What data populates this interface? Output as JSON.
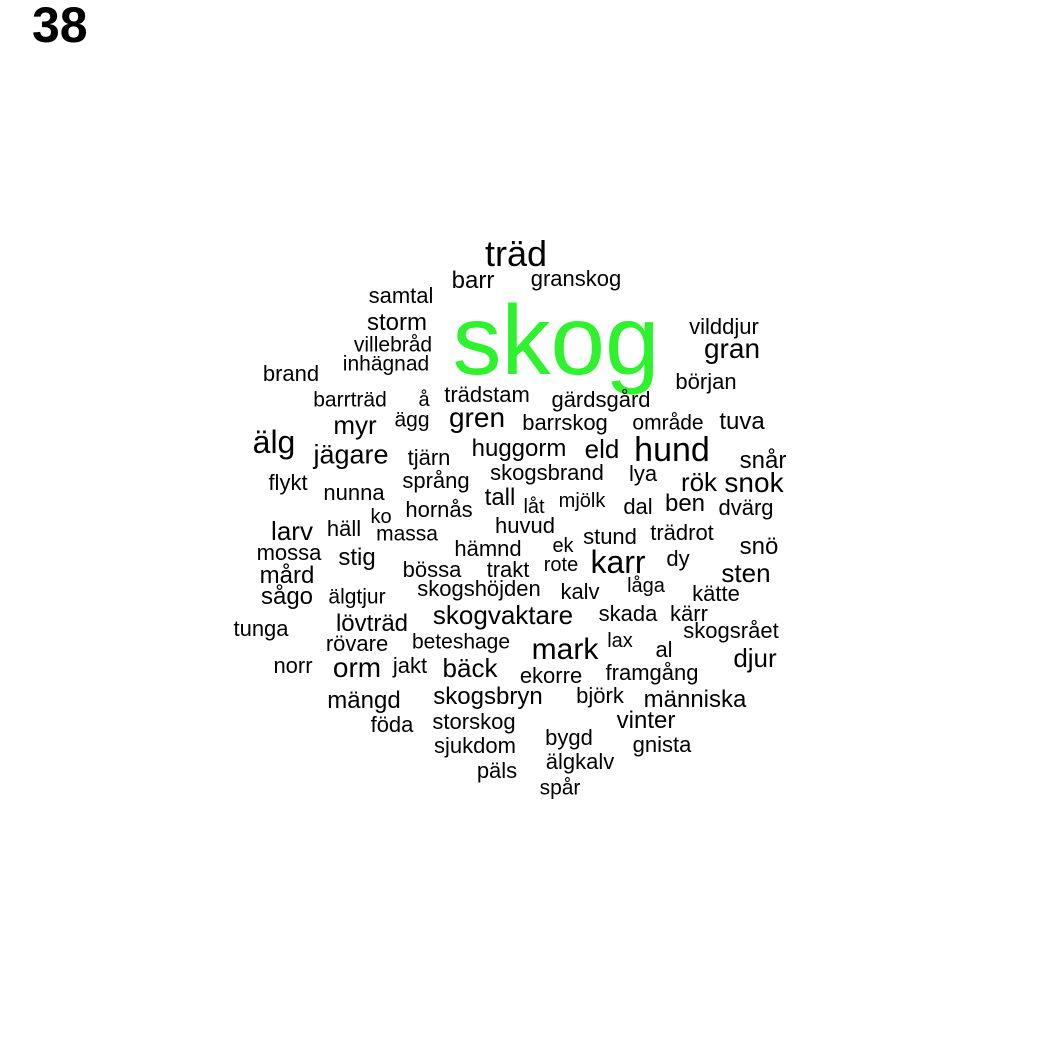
{
  "figure_number": "38",
  "highlight_color": "#2ef22e",
  "text_color": "#000000",
  "words": [
    {
      "text": "skog",
      "highlight": true
    },
    {
      "text": "träd"
    },
    {
      "text": "barr"
    },
    {
      "text": "granskog"
    },
    {
      "text": "samtal"
    },
    {
      "text": "storm"
    },
    {
      "text": "villebråd"
    },
    {
      "text": "inhägnad"
    },
    {
      "text": "vilddjur"
    },
    {
      "text": "gran"
    },
    {
      "text": "brand"
    },
    {
      "text": "början"
    },
    {
      "text": "trädstam"
    },
    {
      "text": "barrträd"
    },
    {
      "text": "å"
    },
    {
      "text": "gärdsgård"
    },
    {
      "text": "ägg"
    },
    {
      "text": "gren"
    },
    {
      "text": "myr"
    },
    {
      "text": "barrskog"
    },
    {
      "text": "område"
    },
    {
      "text": "tuva"
    },
    {
      "text": "älg"
    },
    {
      "text": "huggorm"
    },
    {
      "text": "eld"
    },
    {
      "text": "hund"
    },
    {
      "text": "jägare"
    },
    {
      "text": "tjärn"
    },
    {
      "text": "snår"
    },
    {
      "text": "skogsbrand"
    },
    {
      "text": "lya"
    },
    {
      "text": "flykt"
    },
    {
      "text": "språng"
    },
    {
      "text": "rök"
    },
    {
      "text": "snok"
    },
    {
      "text": "nunna"
    },
    {
      "text": "tall"
    },
    {
      "text": "låt"
    },
    {
      "text": "mjölk"
    },
    {
      "text": "dal"
    },
    {
      "text": "ben"
    },
    {
      "text": "hornås"
    },
    {
      "text": "dvärg"
    },
    {
      "text": "ko"
    },
    {
      "text": "huvud"
    },
    {
      "text": "larv"
    },
    {
      "text": "häll"
    },
    {
      "text": "massa"
    },
    {
      "text": "stund"
    },
    {
      "text": "trädrot"
    },
    {
      "text": "ek"
    },
    {
      "text": "hämnd"
    },
    {
      "text": "snö"
    },
    {
      "text": "mossa"
    },
    {
      "text": "stig"
    },
    {
      "text": "karr"
    },
    {
      "text": "dy"
    },
    {
      "text": "rote"
    },
    {
      "text": "bössa"
    },
    {
      "text": "trakt"
    },
    {
      "text": "mård"
    },
    {
      "text": "sten"
    },
    {
      "text": "skogshöjden"
    },
    {
      "text": "låga"
    },
    {
      "text": "sågo"
    },
    {
      "text": "älgtjur"
    },
    {
      "text": "kalv"
    },
    {
      "text": "kätte"
    },
    {
      "text": "skogvaktare"
    },
    {
      "text": "skada"
    },
    {
      "text": "kärr"
    },
    {
      "text": "lövträd"
    },
    {
      "text": "tunga"
    },
    {
      "text": "skogsrået"
    },
    {
      "text": "rövare"
    },
    {
      "text": "beteshage"
    },
    {
      "text": "lax"
    },
    {
      "text": "mark"
    },
    {
      "text": "al"
    },
    {
      "text": "djur"
    },
    {
      "text": "norr"
    },
    {
      "text": "orm"
    },
    {
      "text": "jakt"
    },
    {
      "text": "bäck"
    },
    {
      "text": "framgång"
    },
    {
      "text": "ekorre"
    },
    {
      "text": "mängd"
    },
    {
      "text": "skogsbryn"
    },
    {
      "text": "björk"
    },
    {
      "text": "människa"
    },
    {
      "text": "föda"
    },
    {
      "text": "storskog"
    },
    {
      "text": "vinter"
    },
    {
      "text": "bygd"
    },
    {
      "text": "sjukdom"
    },
    {
      "text": "gnista"
    },
    {
      "text": "älgkalv"
    },
    {
      "text": "päls"
    },
    {
      "text": "spår"
    }
  ]
}
